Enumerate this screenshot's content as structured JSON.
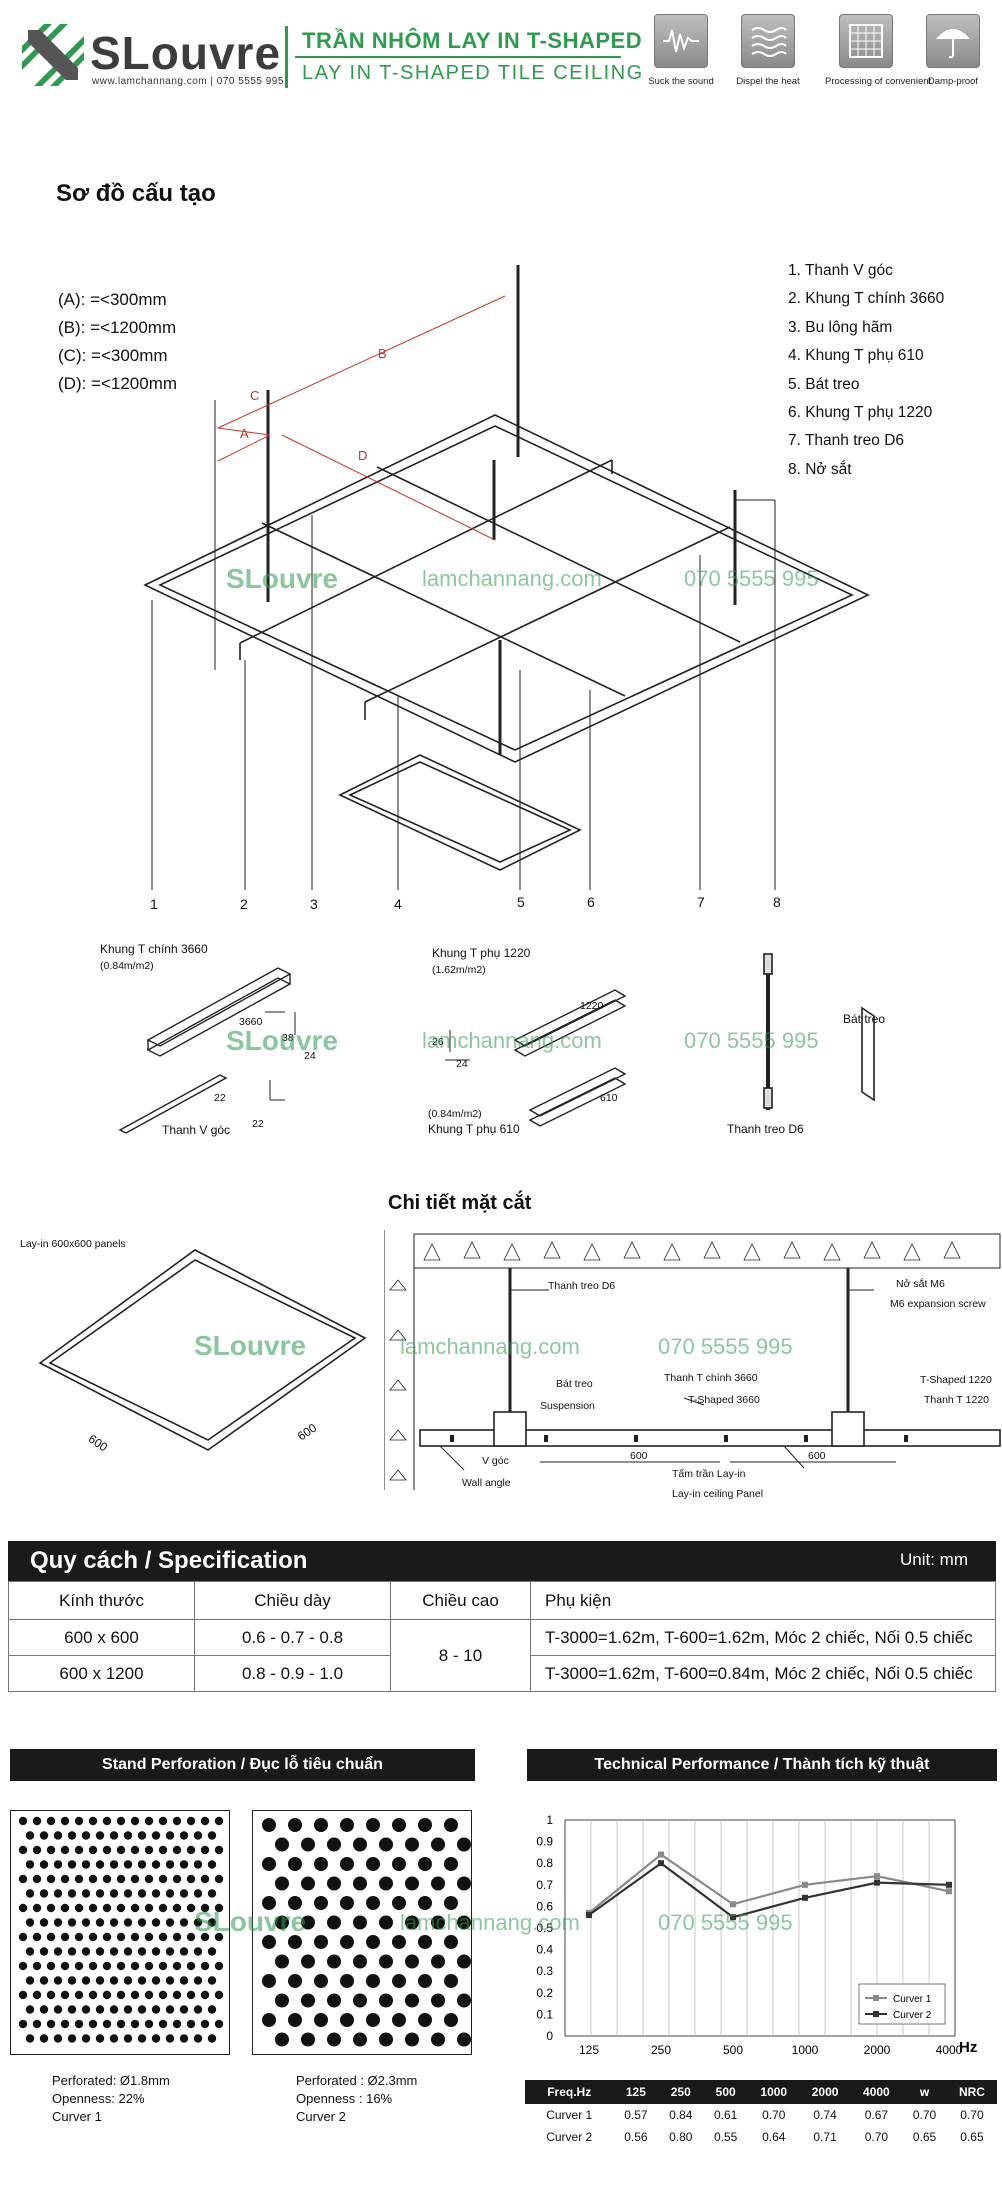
{
  "header": {
    "brand": "SLouvre",
    "website": "www.lamchannang.com | 070 5555 995",
    "title_vn": "TRẦN NHÔM LAY IN T-SHAPED",
    "title_en": "LAY IN T-SHAPED TILE CEILING",
    "features": [
      {
        "icon": "sound-wave-icon",
        "label": "Suck the sound"
      },
      {
        "icon": "heat-waves-icon",
        "label": "Dispel the heat"
      },
      {
        "icon": "grid-panel-icon",
        "label": "Processing of convenient"
      },
      {
        "icon": "umbrella-icon",
        "label": "Damp-proof"
      }
    ]
  },
  "structure": {
    "heading": "Sơ đồ cấu tạo",
    "dimensions": [
      "(A): =<300mm",
      "(B): =<1200mm",
      "(C): =<300mm",
      "(D): =<1200mm"
    ],
    "dim_letters": [
      "A",
      "B",
      "C",
      "D"
    ],
    "legend": [
      "1. Thanh V góc",
      "2. Khung T chính 3660",
      "3. Bu lông hãm",
      "4. Khung T phụ 610",
      "5. Bát treo",
      "6. Khung T phụ 1220",
      "7. Thanh treo D6",
      "8. Nở sắt"
    ],
    "callout_numbers": [
      "1",
      "2",
      "3",
      "4",
      "5",
      "6",
      "7",
      "8"
    ]
  },
  "watermark": {
    "logo": "SLouvre",
    "site": "lamchannang.com",
    "phone": "070 5555 995"
  },
  "components": {
    "main_t": "Khung T chính 3660",
    "main_t_weight": "(0.84m/m2)",
    "main_t_len": "3660",
    "main_t_h": "38",
    "main_t_w": "24",
    "v_angle": "Thanh V góc",
    "v_dim": "22",
    "sub_1220": "Khung T phụ 1220",
    "sub_1220_weight": "(1.62m/m2)",
    "sub_1220_len": "1220",
    "sub_h": "26",
    "sub_w": "24",
    "sub_610": "Khung T phụ 610",
    "sub_610_weight": "(0.84m/m2)",
    "sub_610_len": "610",
    "rod": "Thanh treo D6",
    "bracket": "Bát treo"
  },
  "section": {
    "heading": "Chi tiết mặt cắt",
    "panel_label": "Lay-in 600x600 panels",
    "panel_dim": "600",
    "rod_label": "Thanh treo D6",
    "anchor_vn": "Nở sắt M6",
    "anchor_en": "M6 expansion screw",
    "bracket_vn": "Bát treo",
    "bracket_en": "Suspension",
    "main_vn": "Thanh T chính 3660",
    "main_en": "T-Shaped 3660",
    "t1220_en": "T-Shaped 1220",
    "t1220_vn": "Thanh T 1220",
    "v_vn": "V góc",
    "v_en": "Wall angle",
    "span": "600",
    "panel_vn": "Tấm trần Lay-in",
    "panel_en": "Lay-in ceiling Panel"
  },
  "spec": {
    "title": "Quy cách / Specification",
    "unit": "Unit: mm",
    "headers": [
      "Kính thước",
      "Chiều dày",
      "Chiều cao",
      "Phụ kiện"
    ],
    "rows": [
      [
        "600 x 600",
        "0.6 - 0.7 - 0.8",
        "T-3000=1.62m, T-600=1.62m, Móc 2 chiếc, Nối 0.5 chiếc"
      ],
      [
        "600 x 1200",
        "0.8 - 0.9 - 1.0",
        "T-3000=1.62m, T-600=0.84m, Móc 2 chiếc, Nối 0.5 chiếc"
      ]
    ],
    "height_merged": "8 - 10"
  },
  "perforation": {
    "title": "Stand Perforation / Đục lỗ tiêu chuẩn",
    "p1": [
      "Perforated: Ø1.8mm",
      "Openness: 22%",
      "Curver 1"
    ],
    "p2": [
      "Perforated  : Ø2.3mm",
      "Openness   : 16%",
      "Curver 2"
    ]
  },
  "technical": {
    "title": "Technical Performance / Thành tích kỹ thuật",
    "unit": "Hz",
    "table_headers": [
      "Freq.Hz",
      "125",
      "250",
      "500",
      "1000",
      "2000",
      "4000",
      "w",
      "NRC"
    ],
    "table_rows": [
      [
        "Curver 1",
        "0.57",
        "0.84",
        "0.61",
        "0.70",
        "0.74",
        "0.67",
        "0.70",
        "0.70"
      ],
      [
        "Curver 2",
        "0.56",
        "0.80",
        "0.55",
        "0.64",
        "0.71",
        "0.70",
        "0.65",
        "0.65"
      ]
    ]
  },
  "chart_data": {
    "type": "line",
    "x": [
      "125",
      "250",
      "500",
      "1000",
      "2000",
      "4000"
    ],
    "y_ticks": [
      "1",
      "0.9",
      "0.8",
      "0.7",
      "0.6",
      "0.5",
      "0.4",
      "0.3",
      "0.2",
      "0.1",
      "0"
    ],
    "ylim": [
      0,
      1
    ],
    "series": [
      {
        "name": "Curver 1",
        "values": [
          0.57,
          0.84,
          0.61,
          0.7,
          0.74,
          0.67
        ],
        "color": "#8a8a8a"
      },
      {
        "name": "Curver 2",
        "values": [
          0.56,
          0.8,
          0.55,
          0.64,
          0.71,
          0.7
        ],
        "color": "#333333"
      }
    ],
    "legend_position": "bottom-right",
    "grid": true
  }
}
